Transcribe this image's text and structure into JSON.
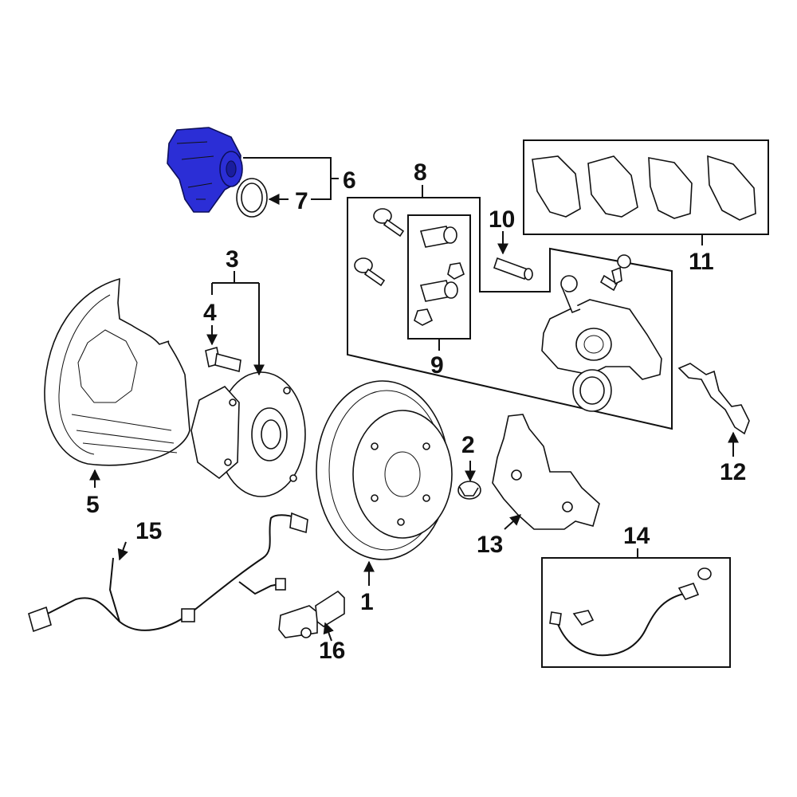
{
  "diagram": {
    "highlight_color": "#2b2ed6",
    "line_color": "#111111",
    "callouts": {
      "c1": "1",
      "c2": "2",
      "c3": "3",
      "c4": "4",
      "c5": "5",
      "c6": "6",
      "c7": "7",
      "c8": "8",
      "c9": "9",
      "c10": "10",
      "c11": "11",
      "c12": "12",
      "c13": "13",
      "c14": "14",
      "c15": "15",
      "c16": "16"
    }
  }
}
